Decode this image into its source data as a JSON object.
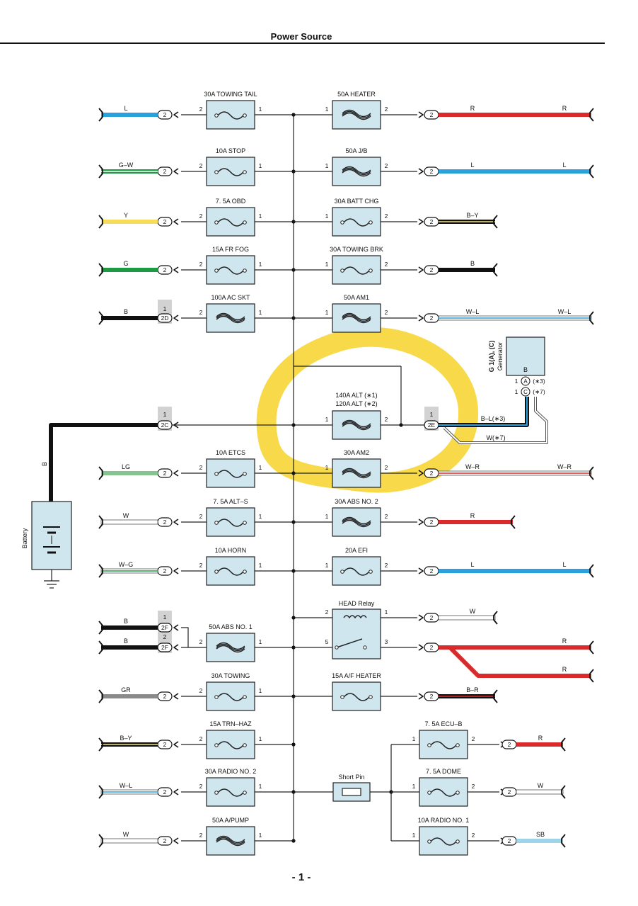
{
  "page": {
    "title": "Power Source",
    "page_number": "- 1 -"
  },
  "colors": {
    "fuse_fill": "#cfe6ef",
    "highlight": "#f6d22a",
    "wire": {
      "L": "#2aa1dc",
      "R": "#d92b2b",
      "Y": "#f5dc5a",
      "G": "#1e9a45",
      "B": "#111111",
      "LG": "#86c38e",
      "W": "#ffffff",
      "GR": "#8a8a8a",
      "SB": "#9fd3e8",
      "BY_stripe": "#f0e08a"
    }
  },
  "left_fuses": [
    {
      "label": "30A TOWING TAIL",
      "type": "slow",
      "wire": "L",
      "connector": "2",
      "pin_a": "2",
      "pin_b": "1"
    },
    {
      "label": "10A STOP",
      "type": "slow",
      "wire": "G–W",
      "connector": "2",
      "pin_a": "2",
      "pin_b": "1"
    },
    {
      "label": "7. 5A OBD",
      "type": "slow",
      "wire": "Y",
      "connector": "2",
      "pin_a": "2",
      "pin_b": "1"
    },
    {
      "label": "15A FR FOG",
      "type": "slow",
      "wire": "G",
      "connector": "2",
      "pin_a": "2",
      "pin_b": "1"
    },
    {
      "label": "100A AC SKT",
      "type": "fusible",
      "wire": "B",
      "connector": "2D",
      "connector_pin": "1",
      "pin_a": "2",
      "pin_b": "1"
    },
    {
      "label": "10A ETCS",
      "type": "slow",
      "wire": "LG",
      "connector": "2",
      "pin_a": "2",
      "pin_b": "1"
    },
    {
      "label": "7. 5A ALT–S",
      "type": "slow",
      "wire": "W",
      "connector": "2",
      "pin_a": "2",
      "pin_b": "1"
    },
    {
      "label": "10A HORN",
      "type": "slow",
      "wire": "W–G",
      "connector": "2",
      "pin_a": "2",
      "pin_b": "1"
    },
    {
      "label": "50A ABS NO. 1",
      "type": "fusible",
      "wire": "B",
      "connector": "2F",
      "connector_pin": "2",
      "pin_a": "2",
      "pin_b": "1"
    },
    {
      "label": "30A TOWING",
      "type": "slow",
      "wire": "GR",
      "connector": "2",
      "pin_a": "2",
      "pin_b": "1"
    },
    {
      "label": "15A TRN–HAZ",
      "type": "slow",
      "wire": "B–Y",
      "connector": "2",
      "pin_a": "2",
      "pin_b": "1"
    },
    {
      "label": "30A RADIO NO. 2",
      "type": "slow",
      "wire": "W–L",
      "connector": "2",
      "pin_a": "2",
      "pin_b": "1"
    },
    {
      "label": "50A A/PUMP",
      "type": "fusible",
      "wire": "W",
      "connector": "2",
      "pin_a": "2",
      "pin_b": "1"
    }
  ],
  "right_fuses": [
    {
      "label": "50A HEATER",
      "type": "fusible",
      "wire": "R",
      "wire_end": "R",
      "connector": "2",
      "pin_a": "1",
      "pin_b": "2"
    },
    {
      "label": "50A J/B",
      "type": "fusible",
      "wire": "L",
      "wire_end": "L",
      "connector": "2",
      "pin_a": "1",
      "pin_b": "2"
    },
    {
      "label": "30A BATT CHG",
      "type": "slow",
      "wire": "B–Y",
      "connector": "2",
      "pin_a": "1",
      "pin_b": "2"
    },
    {
      "label": "30A TOWING BRK",
      "type": "slow",
      "wire": "B",
      "connector": "2",
      "pin_a": "1",
      "pin_b": "2"
    },
    {
      "label": "50A AM1",
      "type": "fusible",
      "wire": "W–L",
      "wire_end": "W–L",
      "connector": "2",
      "pin_a": "1",
      "pin_b": "2"
    },
    {
      "label": "30A AM2",
      "type": "fusible",
      "wire": "W–R",
      "wire_end": "W–R",
      "connector": "2",
      "pin_a": "1",
      "pin_b": "2"
    },
    {
      "label": "30A ABS NO. 2",
      "type": "fusible",
      "wire": "R",
      "connector": "2",
      "pin_a": "1",
      "pin_b": "2"
    },
    {
      "label": "20A EFI",
      "type": "slow",
      "wire": "L",
      "wire_end": "L",
      "connector": "2",
      "pin_a": "1",
      "pin_b": "2"
    },
    {
      "label": "15A A/F HEATER",
      "type": "slow",
      "wire": "B–R",
      "connector": "2",
      "pin_a": "",
      "pin_b": ""
    }
  ],
  "alt_fuse": {
    "label_line1": "140A ALT (∗1)",
    "label_line2": "120A ALT (∗2)",
    "pin_a": "1",
    "pin_b": "2",
    "connector": "2E",
    "connector_pin": "1",
    "wire_bl": "B–L(∗3)",
    "wire_w": "W(∗7)"
  },
  "battery": {
    "label": "Battery",
    "wire": "B",
    "connector": "2C",
    "connector_pin": "1"
  },
  "generator": {
    "title": "G 1(A), (C)",
    "subtitle": "Generator",
    "terminal": "B",
    "pin_a": "1",
    "conn_a": "A",
    "note_a": "(∗3)",
    "pin_c": "1",
    "conn_c": "C",
    "note_c": "(∗7)"
  },
  "head_relay": {
    "label": "HEAD Relay",
    "pin2": "2",
    "pin1": "1",
    "pin5": "5",
    "pin3": "3",
    "out1_wire": "W",
    "out3_wire_a": "R",
    "out3_wire_b": "R",
    "connector": "2"
  },
  "abs_connector": {
    "name": "2F",
    "pin_top": "1",
    "pin_bottom": "2",
    "wire_top": "B",
    "wire_bottom": "B"
  },
  "short_pin": {
    "label": "Short Pin"
  },
  "sub_fuses": [
    {
      "label": "7. 5A ECU–B",
      "type": "slow",
      "wire": "R",
      "connector": "2",
      "pin_a": "1",
      "pin_b": "2"
    },
    {
      "label": "7. 5A DOME",
      "type": "slow",
      "wire": "W",
      "connector": "2",
      "pin_a": "1",
      "pin_b": "2"
    },
    {
      "label": "10A RADIO NO. 1",
      "type": "slow",
      "wire": "SB",
      "connector": "2",
      "pin_a": "1",
      "pin_b": "2"
    }
  ]
}
